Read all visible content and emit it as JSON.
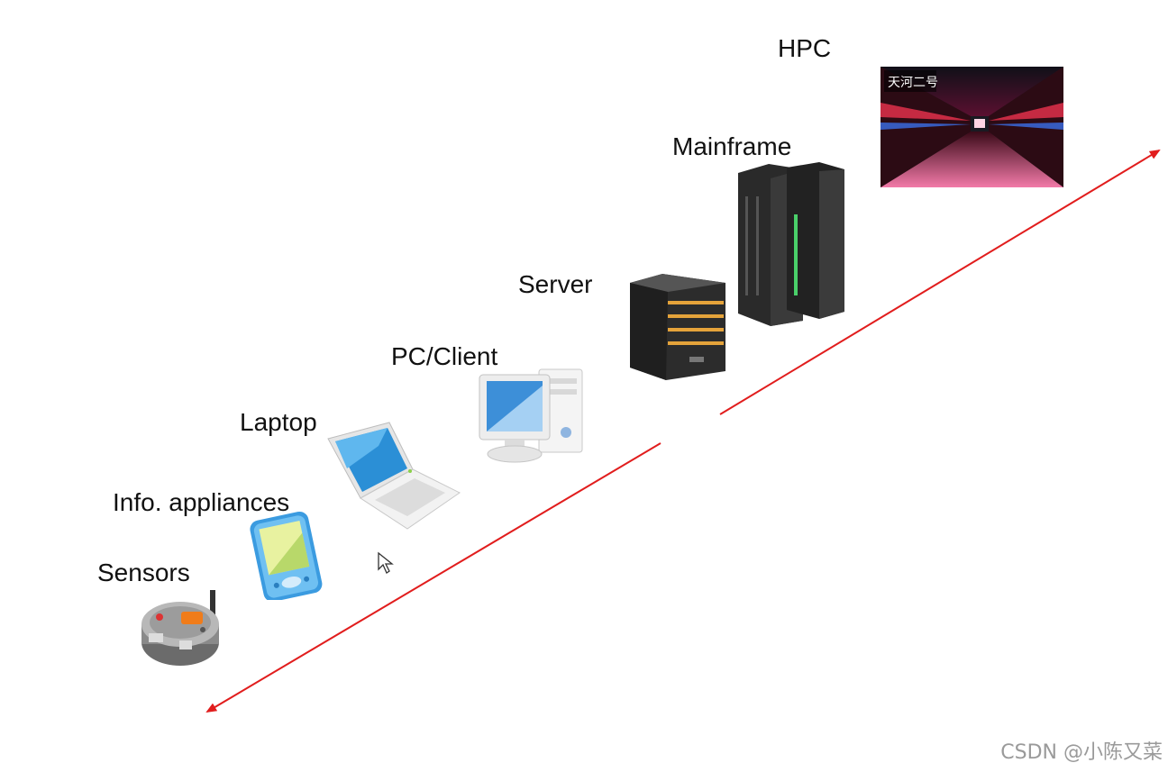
{
  "levels": {
    "sensors": "Sensors",
    "info_appliances": "Info. appliances",
    "laptop": "Laptop",
    "pc_client": "PC/Client",
    "server": "Server",
    "mainframe": "Mainframe",
    "hpc": "HPC"
  },
  "hpc_image_text": "天河二号",
  "watermark": "CSDN @小陈又菜",
  "colors": {
    "arrow": "#e11d1d",
    "text": "#111111"
  }
}
